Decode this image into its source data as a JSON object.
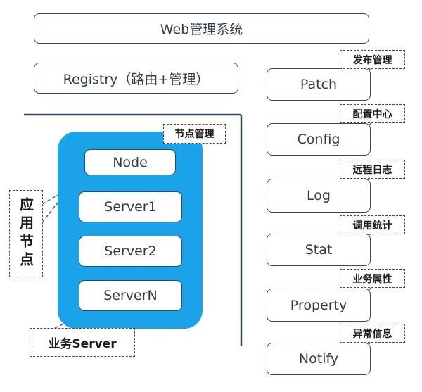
{
  "web_system": {
    "label": "Web管理系统"
  },
  "registry": {
    "label": "Registry（路由+管理）"
  },
  "app_node": {
    "title": "应用节点",
    "node": {
      "label": "Node",
      "tag": "节点管理"
    },
    "servers": [
      "Server1",
      "Server2",
      "ServerN"
    ],
    "business_server_tag": "业务Server"
  },
  "services": [
    {
      "label": "Patch",
      "tag": "发布管理"
    },
    {
      "label": "Config",
      "tag": "配置中心"
    },
    {
      "label": "Log",
      "tag": "远程日志"
    },
    {
      "label": "Stat",
      "tag": "调用统计"
    },
    {
      "label": "Property",
      "tag": "业务属性"
    },
    {
      "label": "Notify",
      "tag": "异常信息"
    }
  ],
  "colors": {
    "container_blue": "#1aa3e8",
    "border_dark": "#2e4a66",
    "dashed_line": "#4a5866"
  }
}
